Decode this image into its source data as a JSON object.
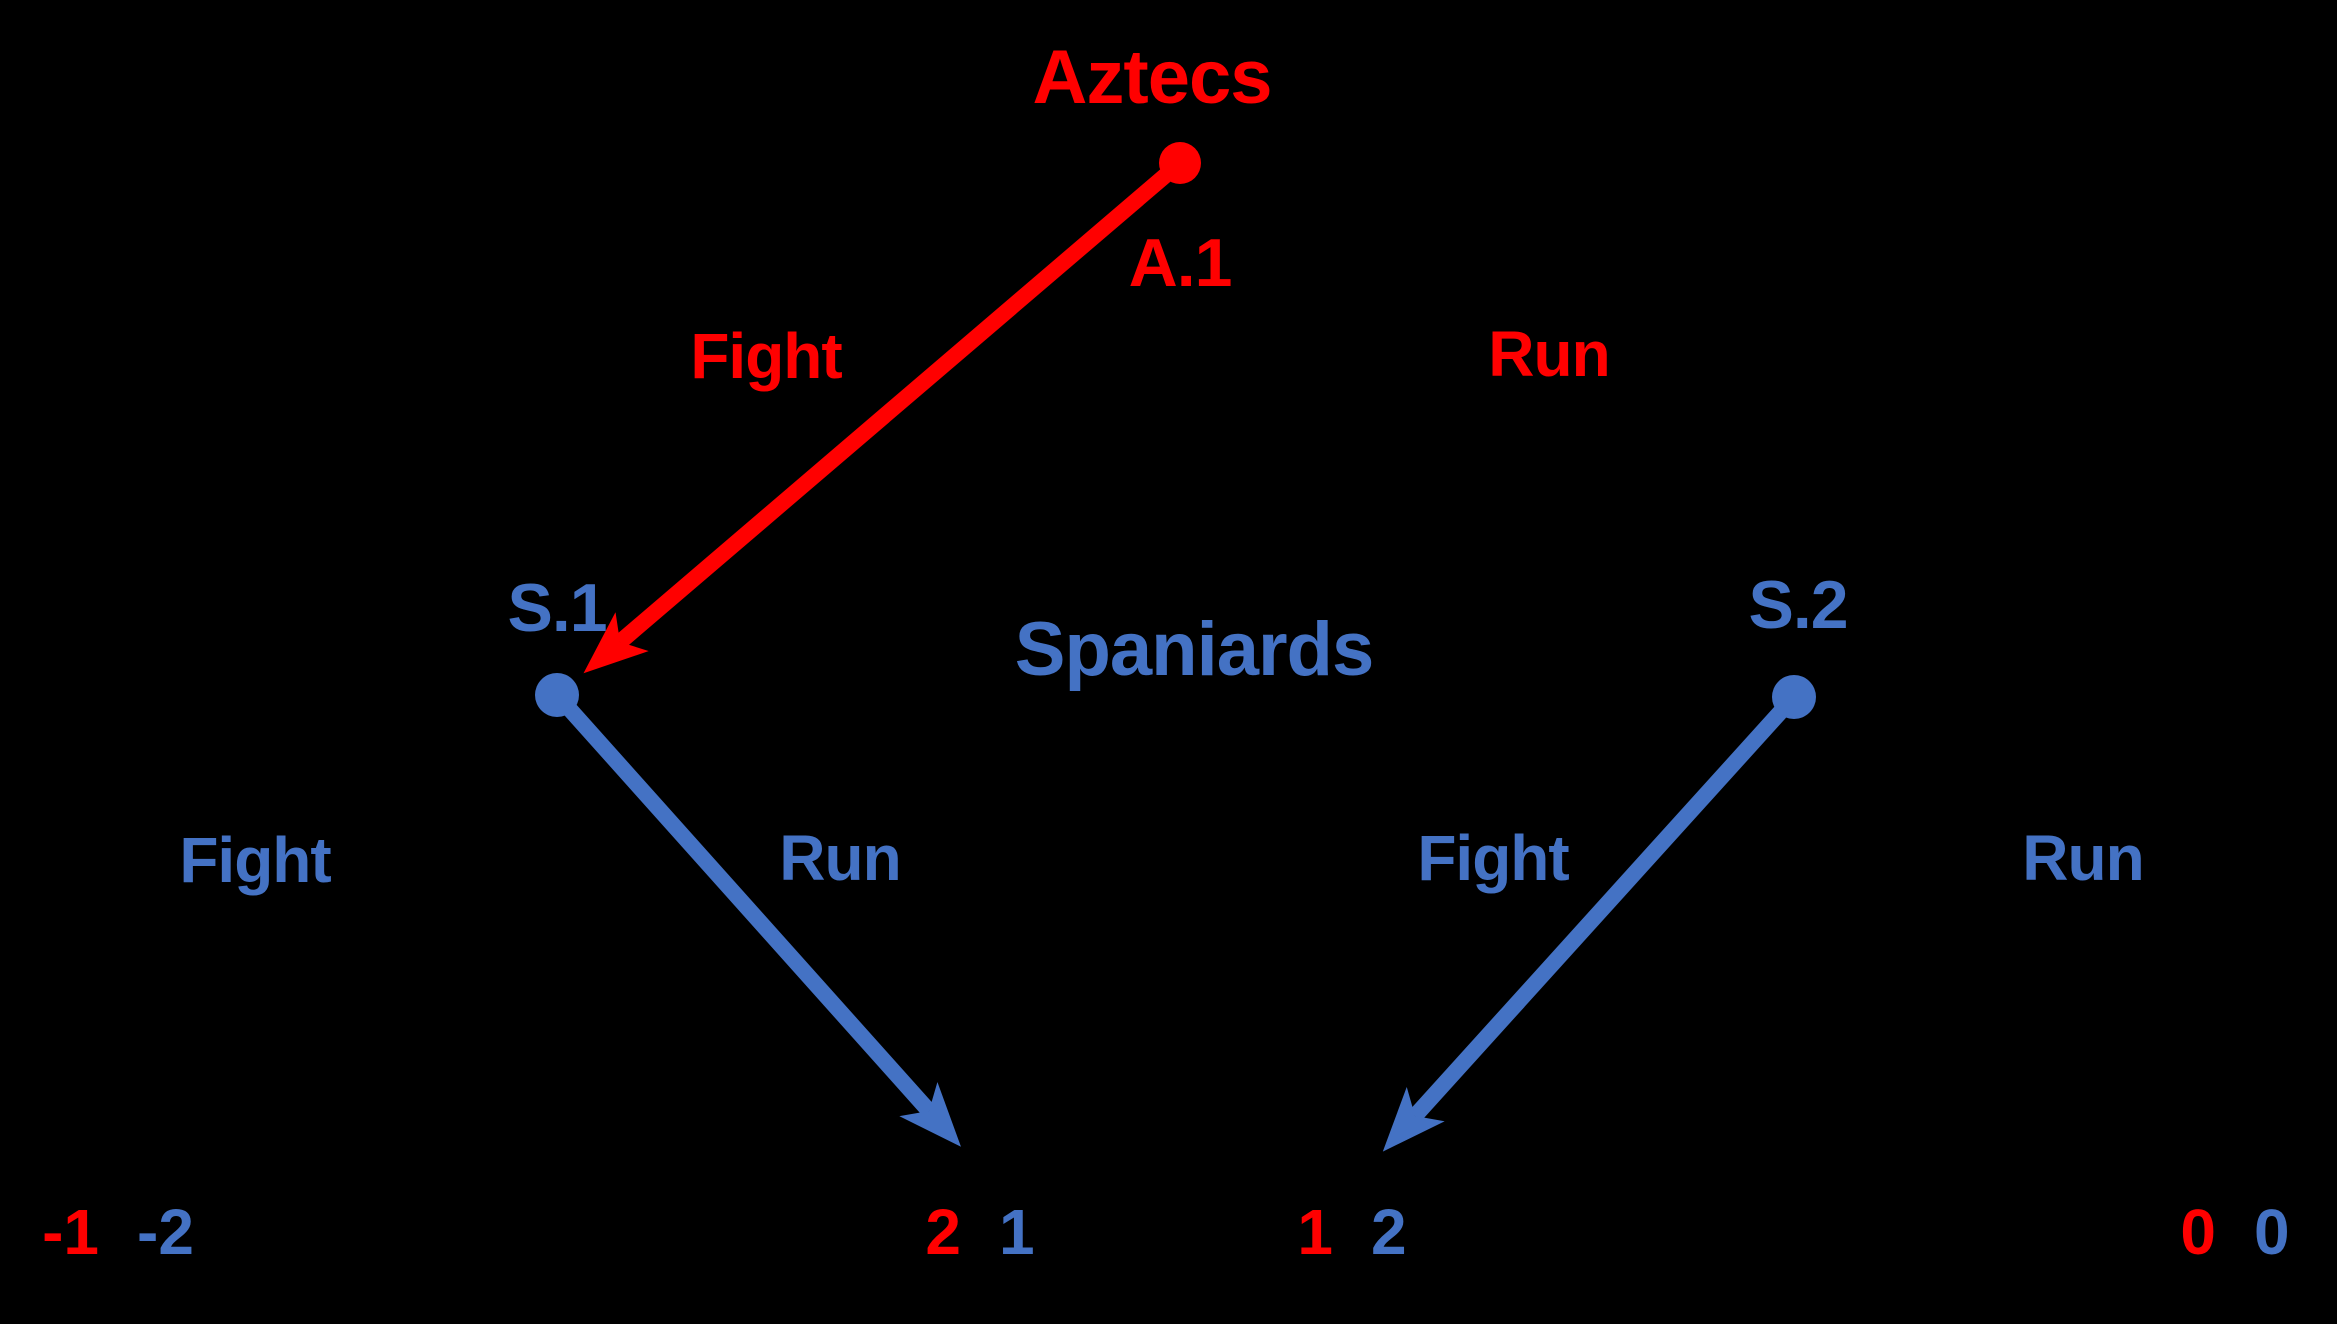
{
  "colors": {
    "background": "#000000",
    "aztec_red": "#ff0000",
    "spaniard_blue": "#4472c4"
  },
  "titles": {
    "aztecs": "Aztecs",
    "spaniards": "Spaniards"
  },
  "nodes": {
    "a1": {
      "label": "A.1"
    },
    "s1": {
      "label": "S.1"
    },
    "s2": {
      "label": "S.2"
    }
  },
  "actions": {
    "a1_fight": "Fight",
    "a1_run": "Run",
    "s1_fight": "Fight",
    "s1_run": "Run",
    "s2_fight": "Fight",
    "s2_run": "Run"
  },
  "payoffs": {
    "pairs": [
      {
        "aztec": "-1",
        "spaniard": "-2"
      },
      {
        "aztec": "2",
        "spaniard": "1"
      },
      {
        "aztec": "1",
        "spaniard": "2"
      },
      {
        "aztec": "0",
        "spaniard": "0"
      }
    ]
  },
  "edges": [
    {
      "from": "A.1",
      "to": "S.1",
      "action": "Fight",
      "color": "#ff0000"
    },
    {
      "from": "S.1",
      "to": "payoff 2 1",
      "action": "Run",
      "color": "#4472c4"
    },
    {
      "from": "S.2",
      "to": "payoff 1 2",
      "action": "Fight",
      "color": "#4472c4"
    }
  ]
}
